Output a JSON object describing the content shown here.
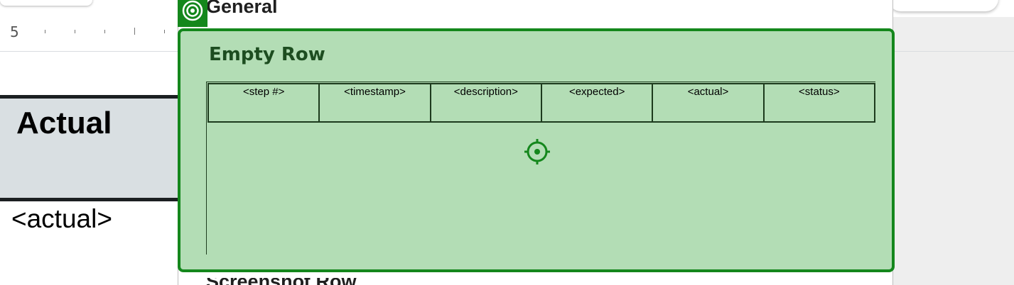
{
  "ruler": {
    "number": "5"
  },
  "document": {
    "header_text": "Actual",
    "placeholder_text": "<actual>"
  },
  "panel": {
    "title": "General",
    "bottom_text": "Screenshot Row",
    "badge_icon": "target-icon"
  },
  "highlight": {
    "label": "Empty Row",
    "accent_color": "#14871c",
    "fill_color": "#b3ddb5",
    "center_icon": "crosshair-icon"
  },
  "table": {
    "columns": [
      "<step #>",
      "<timestamp>",
      "<description>",
      "<expected>",
      "<actual>",
      "<status>"
    ]
  }
}
